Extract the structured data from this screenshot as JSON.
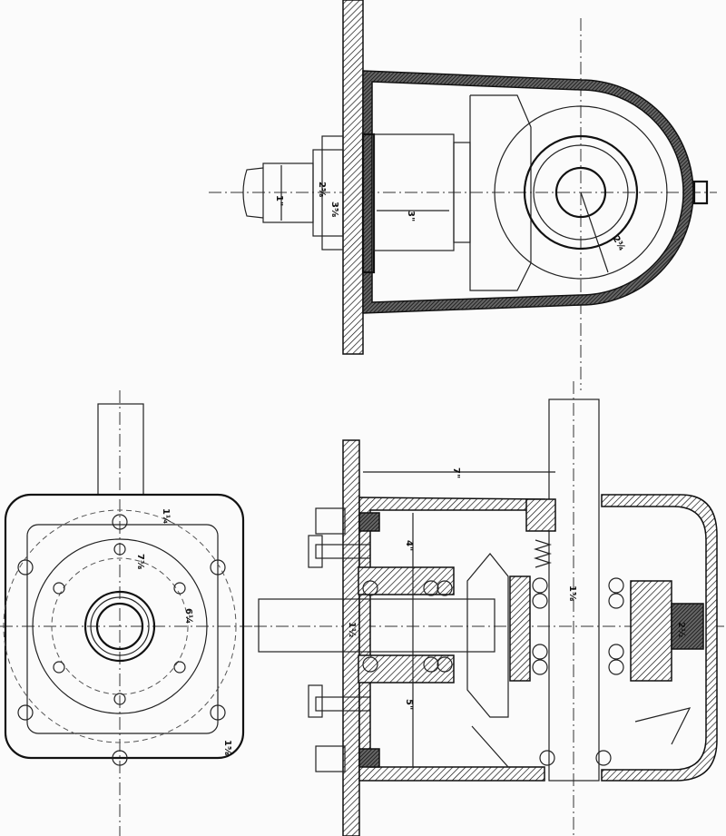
{
  "drawing": {
    "top_view": {
      "dims": [
        "1\"",
        "2⅝",
        "3⅝",
        "3\"",
        "2¾"
      ]
    },
    "front_view": {
      "dims": [
        "1¼",
        "7⅜",
        "6¼",
        "1⅝"
      ]
    },
    "section_view": {
      "dims": [
        "7\"",
        "4\"",
        "5\"",
        "1½",
        "1⅝",
        "2½"
      ]
    }
  }
}
